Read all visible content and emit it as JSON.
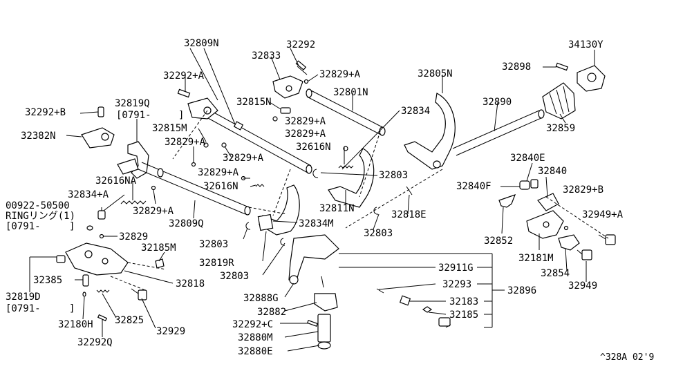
{
  "footer_code": "^328A 02'9",
  "labels": {
    "l32809N": "32809N",
    "l32292a": "32292+A",
    "l32292": "32292",
    "l32833": "32833",
    "l32829a_top": "32829+A",
    "l32801N": "32801N",
    "l32805N": "32805N",
    "l32898": "32898",
    "l34130Y": "34130Y",
    "l32815N": "32815N",
    "l32834": "32834",
    "l32890": "32890",
    "l32292b": "32292+B",
    "l32819Q": "32819Q",
    "l0791a": "[0791-",
    "l0791a_b": "]",
    "l32829a_2": "32829+A",
    "l32829a_3": "32829+A",
    "l32859": "32859",
    "l32382N": "32382N",
    "l32815M": "32815M",
    "l32829a_4": "32829+A",
    "l32616N_1": "32616N",
    "l32829a_5": "32829+A",
    "l32803_1": "32803",
    "l32840E": "32840E",
    "l32829a_6": "32829+A",
    "l32840": "32840",
    "l32616NA": "32616NA",
    "l32616N_2": "32616N",
    "l32840F": "32840F",
    "l32829b": "32829+B",
    "l32834a": "32834+A",
    "l32829a_7": "32829+A",
    "l32811N": "32811N",
    "l32818E": "32818E",
    "l32949a": "32949+A",
    "l00922": "00922-50500",
    "lring": "RINGリング(1)",
    "l0791b": "[0791-",
    "l0791b_b": "]",
    "l32809Q": "32809Q",
    "l32834M": "32834M",
    "l32803_2": "32803",
    "l32852": "32852",
    "l32829": "32829",
    "l32803_3": "32803",
    "l32185M": "32185M",
    "l32181M": "32181M",
    "l32819R": "32819R",
    "l32911G": "32911G",
    "l32854": "32854",
    "l32818": "32818",
    "l32385": "32385",
    "l32803_4": "32803",
    "l32293": "32293",
    "l32896": "32896",
    "l32949": "32949",
    "l32819D": "32819D",
    "l0791c": "[0791-",
    "l0791c_b": "]",
    "l32888G": "32888G",
    "l32183": "32183",
    "l32882": "32882",
    "l32185": "32185",
    "l32180H": "32180H",
    "l32825": "32825",
    "l32292c": "32292+C",
    "l32929": "32929",
    "l32880M": "32880M",
    "l32292Q": "32292Q",
    "l32880E": "32880E"
  }
}
